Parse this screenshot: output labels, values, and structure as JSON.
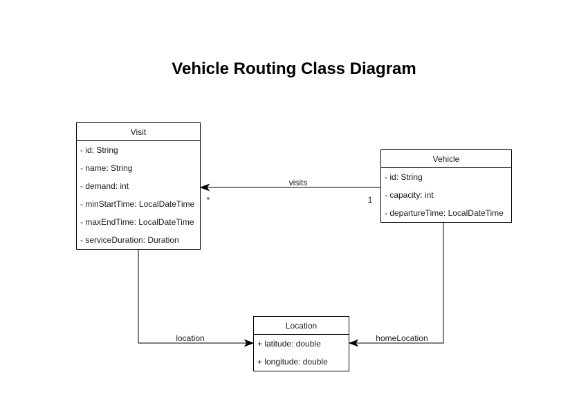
{
  "title": "Vehicle Routing Class Diagram",
  "classes": [
    {
      "name": "Visit",
      "attributes": [
        "- id: String",
        "- name: String",
        "- demand: int",
        "- minStartTime: LocalDateTime",
        "- maxEndTime: LocalDateTime",
        "- serviceDuration: Duration"
      ]
    },
    {
      "name": "Vehicle",
      "attributes": [
        "- id: String",
        "- capacity: int",
        "- departureTime: LocalDateTime"
      ]
    },
    {
      "name": "Location",
      "attributes": [
        "+ latitude: double",
        "+ longitude: double"
      ]
    }
  ],
  "relationships": [
    {
      "label": "visits",
      "from": "Vehicle",
      "to": "Visit",
      "source_multiplicity": "1",
      "target_multiplicity": "*"
    },
    {
      "label": "location",
      "from": "Visit",
      "to": "Location"
    },
    {
      "label": "homeLocation",
      "from": "Vehicle",
      "to": "Location"
    }
  ],
  "colors": {
    "stroke": "#000000",
    "box_fill": "#ffffff",
    "text": "#1a1a1a"
  }
}
